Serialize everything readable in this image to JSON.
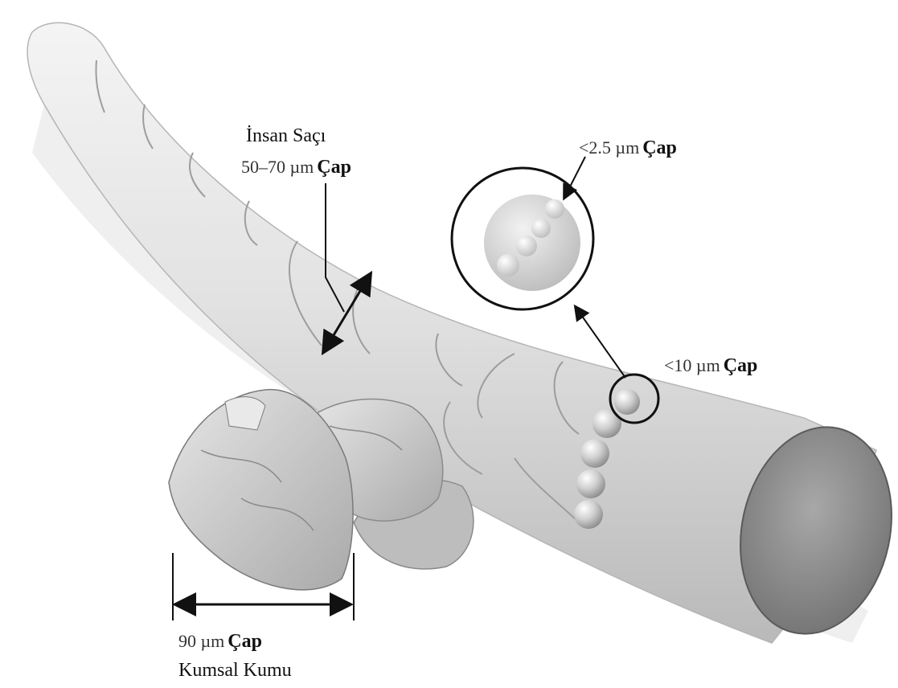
{
  "labels": {
    "hair_name": "İnsan Saçı",
    "hair_size": "50–70 µm",
    "hair_cap": "Çap",
    "pm25_size": "<2.5 µm",
    "pm25_cap": "Çap",
    "pm10_size": "<10 µm",
    "pm10_cap": "Çap",
    "sand_size": "90 µm",
    "sand_cap": "Çap",
    "sand_name": "Kumsal Kumu"
  },
  "colors": {
    "background": "#ffffff",
    "hair": "#dcdcdc",
    "hair_cross_section": "#8f8f8f",
    "sand": "#cfcfcf",
    "particle": "#bdbdbd",
    "line": "#111111"
  }
}
